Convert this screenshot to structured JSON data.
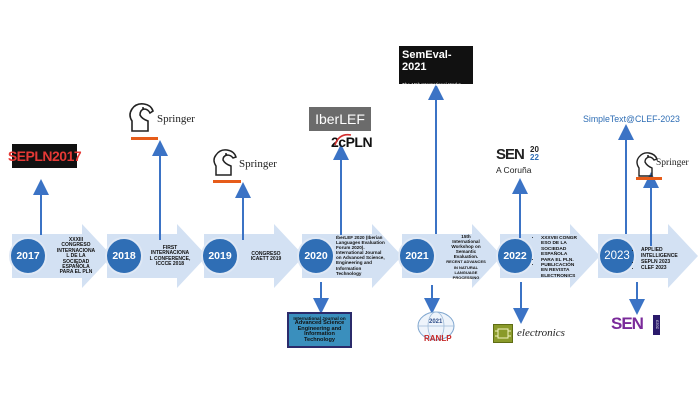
{
  "timeline": [
    {
      "year": "2017",
      "text": [
        "XXXIII",
        "CONGRESO",
        "INTERNACIONA",
        "L DE LA",
        "SOCIEDAD",
        "ESPAÑOLA",
        "PARA EL PLN"
      ]
    },
    {
      "year": "2018",
      "text": [
        "FIRST",
        "INTERNACIONA",
        "L CONFERENCE,",
        "ICCCE 2018"
      ]
    },
    {
      "year": "2019",
      "text": [
        "CONGRESO",
        "ICAETT 2019"
      ]
    },
    {
      "year": "2020",
      "text": [
        "IberLEF 2020 (Iberian",
        "Languages Evaluation",
        "Forum 2020).",
        "International Journal",
        "on Advanced Science,",
        "Engineering and",
        "Information",
        "Technology"
      ]
    },
    {
      "year": "2021",
      "text": [
        "15th",
        "International",
        "Workshop on",
        "Semantic",
        "Evaluation.",
        "RECENT ADVANCES",
        "IN NATURAL",
        "LANGUAGE",
        "PROCESSING"
      ]
    },
    {
      "year": "2022",
      "bullets": [
        "XXXVIII CONGR",
        "ESO DE LA",
        "SOCIEDAD",
        "ESPAÑOLA",
        "PARA EL PLN.",
        "PUBLICACIÓN",
        "EN REVISTA",
        "ELECTRONICS"
      ]
    },
    {
      "year": "2023",
      "bullets": [
        "APPLIED",
        "INTELLIGENCE",
        "SEPLN 2023",
        "CLEF 2023"
      ]
    }
  ],
  "logos": {
    "sepln2017": "SEPLN2017",
    "springer": "Springer",
    "iberlef": "IberLEF",
    "scpln": "2cPLN",
    "semeval_title": "SemEval-2021",
    "semeval_sub": "The 15th International Works",
    "ijaseit": [
      "International Journal on",
      "Advanced Science",
      "Engineering and",
      "Information Technology"
    ],
    "ranlp_year": "2021",
    "ranlp": "RANLP",
    "sepln2022_a": "SEN",
    "sepln2022_b": "20",
    "sepln2022_c": "22",
    "sepln2022_city": "A Coruña",
    "electronics": "electronics",
    "simpletext": "SimpleText@CLEF-2023",
    "sepln2023": "SEN",
    "sepln2023_year": "2023"
  },
  "colors": {
    "accent": "#2f6eb5",
    "chevron": "#d3e1f3",
    "springer_orange": "#e65c1a",
    "simpletext": "#2f6eb5"
  }
}
